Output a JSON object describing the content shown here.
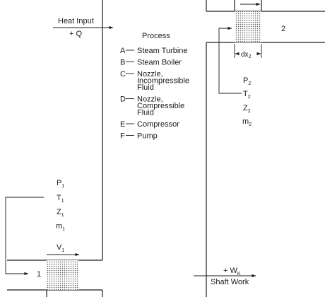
{
  "heat_input": {
    "label": "Heat Input",
    "symbol": "+ Q"
  },
  "process": {
    "heading": "Process",
    "items": [
      {
        "key": "A",
        "lines": [
          "Steam Turbine"
        ]
      },
      {
        "key": "B",
        "lines": [
          "Steam Boiler"
        ]
      },
      {
        "key": "C",
        "lines": [
          "Nozzle,",
          "Incompressible",
          "Fluid"
        ]
      },
      {
        "key": "D",
        "lines": [
          "Nozzle,",
          "Compressible",
          "Fluid"
        ]
      },
      {
        "key": "E",
        "lines": [
          "Compressor"
        ]
      },
      {
        "key": "F",
        "lines": [
          "Pump"
        ]
      }
    ]
  },
  "inlet": {
    "section_number": "1",
    "props": [
      {
        "base": "P",
        "sub": "1"
      },
      {
        "base": "T",
        "sub": "1"
      },
      {
        "base": "Z",
        "sub": "1"
      },
      {
        "base": "m",
        "sub": "1"
      }
    ],
    "velocity": {
      "base": "V",
      "sub": "1"
    }
  },
  "outlet": {
    "section_number": "2",
    "length": {
      "base": "dx",
      "sub": "2"
    },
    "props": [
      {
        "base": "P",
        "sub": "2"
      },
      {
        "base": "T",
        "sub": "2"
      },
      {
        "base": "Z",
        "sub": "2"
      },
      {
        "base": "m",
        "sub": "2"
      }
    ]
  },
  "shaft_work": {
    "symbol_base": "+ W",
    "symbol_sub": "K",
    "label": "Shaft Work"
  }
}
